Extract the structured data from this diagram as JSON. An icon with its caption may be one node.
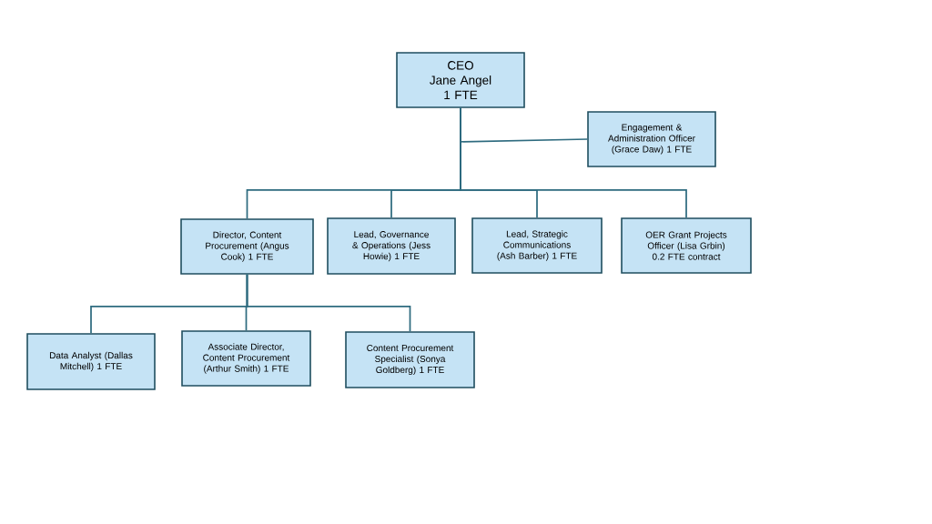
{
  "diagram": {
    "nodes": [
      {
        "text": [
          "CEO",
          "Jane Angel",
          "1 FTE"
        ]
      },
      {
        "text": [
          "Engagement & Administration Officer (Grace Daw) 1 FTE"
        ]
      },
      {
        "text": [
          "Director, Content Procurement (Angus Cook) 1 FTE"
        ]
      },
      {
        "text": [
          "Lead, Governance & Operations (Jess Howie) 1 FTE"
        ]
      },
      {
        "text": [
          "Lead, Strategic Communications (Ash Barber) 1 FTE"
        ]
      },
      {
        "text": [
          "OER Grant Projects Officer (Lisa Grbin) 0.2 FTE contract"
        ]
      },
      {
        "text": [
          "Data Analyst (Dallas Mitchell) 1 FTE"
        ]
      },
      {
        "text": [
          "Associate Director, Content Procurement (Arthur Smith) 1 FTE"
        ]
      },
      {
        "text": [
          "Content Procurement Specialist (Sonya Goldberg) 1 FTE"
        ]
      }
    ],
    "edges": [
      {
        "from": 0,
        "to": 1,
        "arrow": "none"
      },
      {
        "from": 0,
        "to": 2,
        "arrow": "none"
      },
      {
        "from": 0,
        "to": 3,
        "arrow": "none"
      },
      {
        "from": 0,
        "to": 4,
        "arrow": "none"
      },
      {
        "from": 0,
        "to": 5,
        "arrow": "none"
      },
      {
        "from": 2,
        "to": 6,
        "arrow": "none"
      },
      {
        "from": 2,
        "to": 7,
        "arrow": "none"
      },
      {
        "from": 2,
        "to": 8,
        "arrow": "none"
      }
    ]
  }
}
